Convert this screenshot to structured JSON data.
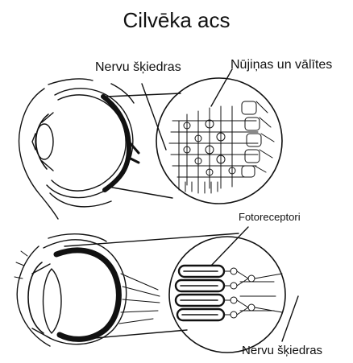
{
  "title": "Cilvēka acs",
  "labels": {
    "nerve_fibers_top": "Nervu šķiedras",
    "rods_and_cones": "Nūjiņas un vālītes",
    "photoreceptors": "Fotoreceptori",
    "nerve_fibers_bottom": "Nervu  šķiedras"
  }
}
